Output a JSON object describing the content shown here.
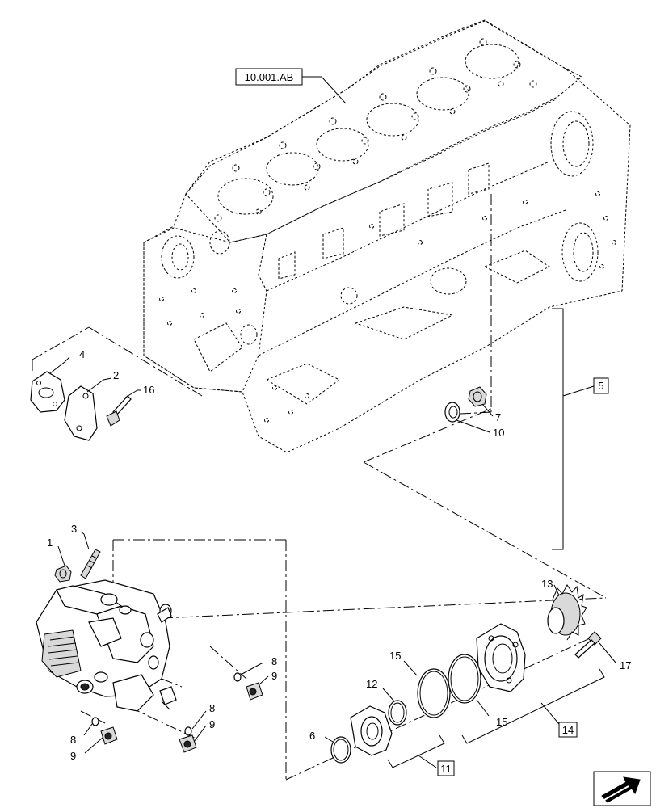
{
  "reference_label": "10.001.AB",
  "callouts": {
    "c1": "1",
    "c2": "2",
    "c3": "3",
    "c4": "4",
    "c5": "5",
    "c6": "6",
    "c7": "7",
    "c8a": "8",
    "c8b": "8",
    "c8c": "8",
    "c9a": "9",
    "c9b": "9",
    "c9c": "9",
    "c10": "10",
    "c11": "11",
    "c12": "12",
    "c13": "13",
    "c14": "14",
    "c15a": "15",
    "c15b": "15",
    "c16": "16",
    "c17": "17"
  },
  "icons": {
    "nav": "next-page-arrow-icon"
  }
}
